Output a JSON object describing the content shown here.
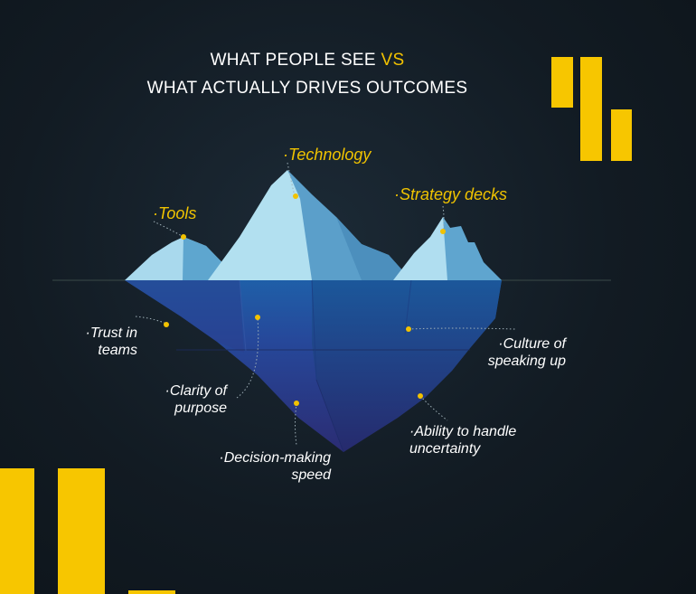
{
  "title": {
    "line1_prefix": "WHAT PEOPLE SEE",
    "line1_highlight": "VS",
    "line2": "WHAT ACTUALLY DRIVES OUTCOMES"
  },
  "above_water": {
    "tools": "·Tools",
    "technology": "·Technology",
    "strategy_decks": "·Strategy decks"
  },
  "below_water": {
    "trust_line1": "·Trust in",
    "trust_line2": "teams",
    "clarity_line1": "·Clarity of",
    "clarity_line2": "purpose",
    "decision_line1": "·Decision-making",
    "decision_line2": "speed",
    "culture_line1": "·Culture of",
    "culture_line2": "speaking up",
    "ability_line1": "·Ability to handle",
    "ability_line2": "uncertainty"
  },
  "colors": {
    "accent": "#f7c600",
    "ice_light": "#a9dcef",
    "ice_mid": "#5ba3cc",
    "water_top": "#1f5ea5",
    "water_deep": "#2a2f7a",
    "background": "#131c24"
  }
}
